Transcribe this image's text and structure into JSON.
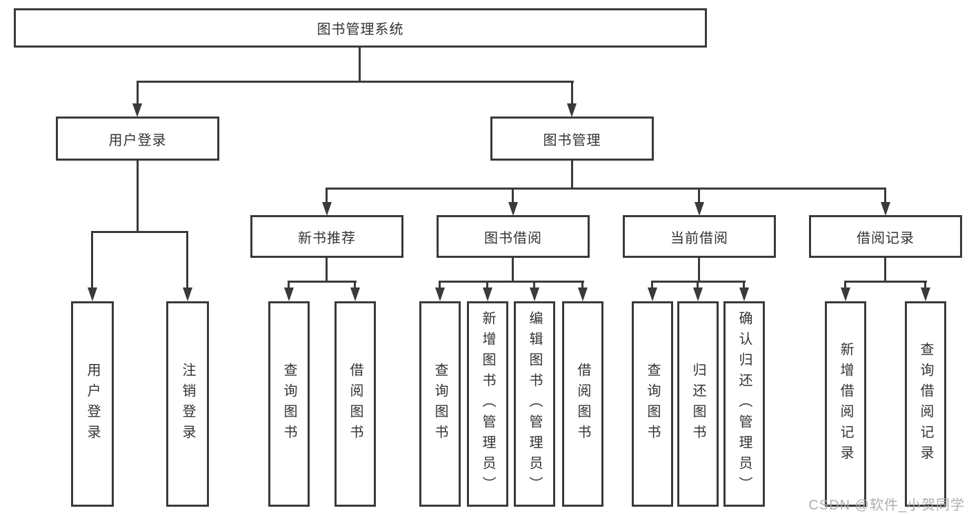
{
  "diagram": {
    "root": "图书管理系统",
    "level2": {
      "user_login": {
        "label": "用户登录",
        "children": {
          "login": "用户登录",
          "logout": "注销登录"
        }
      },
      "book_mgmt": {
        "label": "图书管理"
      }
    },
    "level3": {
      "new_books": {
        "label": "新书推荐",
        "children": {
          "query": "查询图书",
          "borrow": "借阅图书"
        }
      },
      "book_borrow": {
        "label": "图书借阅",
        "children": {
          "query": "查询图书",
          "add": "新增图书（管理员）",
          "edit": "编辑图书（管理员）",
          "borrow": "借阅图书"
        }
      },
      "current_borrow": {
        "label": "当前借阅",
        "children": {
          "query": "查询图书",
          "return": "归还图书",
          "confirm": "确认归还（管理员）"
        }
      },
      "borrow_records": {
        "label": "借阅记录",
        "children": {
          "add": "新增借阅记录",
          "query": "查询借阅记录"
        }
      }
    },
    "watermark": "CSDN @软件_小贺同学",
    "colors": {
      "line": "#3a3a3a",
      "text": "#333333",
      "watermark": "#aaaaaa",
      "background": "#ffffff"
    }
  }
}
